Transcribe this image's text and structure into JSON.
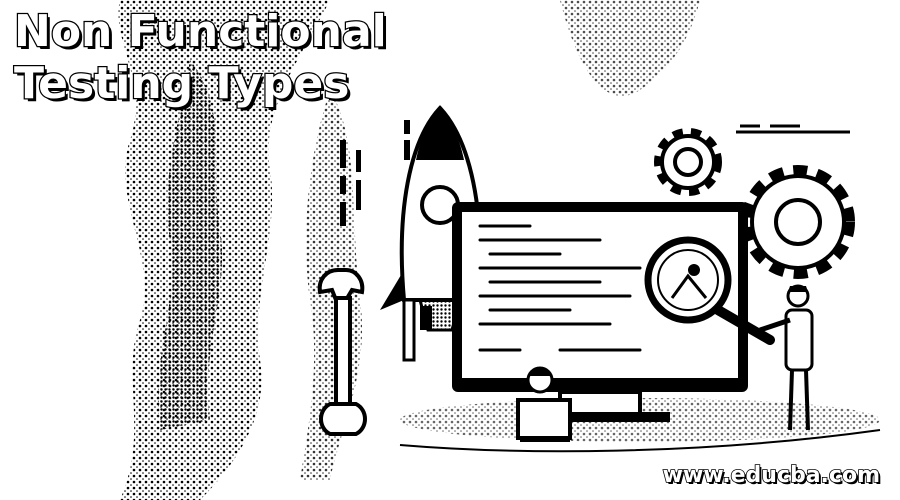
{
  "banner": {
    "title_line_1": "Non Functional",
    "title_line_2": "Testing Types",
    "website": "www.educba.com"
  },
  "colors": {
    "background": "#ffffff",
    "ink": "#000000"
  },
  "icons": [
    "rocket-icon",
    "gear-icon",
    "wrench-icon",
    "magnifier-icon",
    "monitor-icon",
    "person-icon"
  ]
}
